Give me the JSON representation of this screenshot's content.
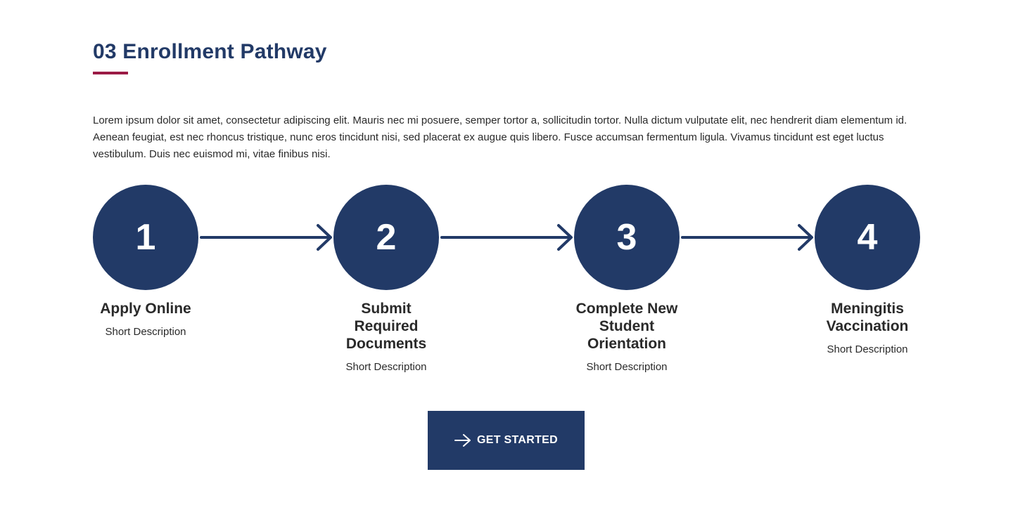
{
  "section": {
    "title": "03 Enrollment Pathway",
    "intro": "Lorem ipsum dolor sit amet, consectetur adipiscing elit. Mauris nec mi posuere, semper tortor a, sollicitudin tortor. Nulla dictum vulputate elit, nec hendrerit diam elementum id. Aenean feugiat, est nec rhoncus tristique, nunc eros tincidunt nisi, sed placerat ex augue quis libero. Fusce accumsan fermentum ligula. Vivamus tincidunt est eget luctus vestibulum. Duis nec euismod mi, vitae finibus nisi."
  },
  "steps": [
    {
      "number": "1",
      "title": "Apply Online",
      "description": "Short Description"
    },
    {
      "number": "2",
      "title": "Submit Required Documents",
      "description": "Short Description"
    },
    {
      "number": "3",
      "title": "Complete New Student Orientation",
      "description": "Short Description"
    },
    {
      "number": "4",
      "title": "Meningitis Vaccination",
      "description": "Short Description"
    }
  ],
  "cta": {
    "label": "GET STARTED",
    "icon": "arrow-right-icon"
  },
  "colors": {
    "primary": "#223a67",
    "accent": "#9b1b45",
    "text": "#2a2a2a",
    "background": "#ffffff"
  }
}
